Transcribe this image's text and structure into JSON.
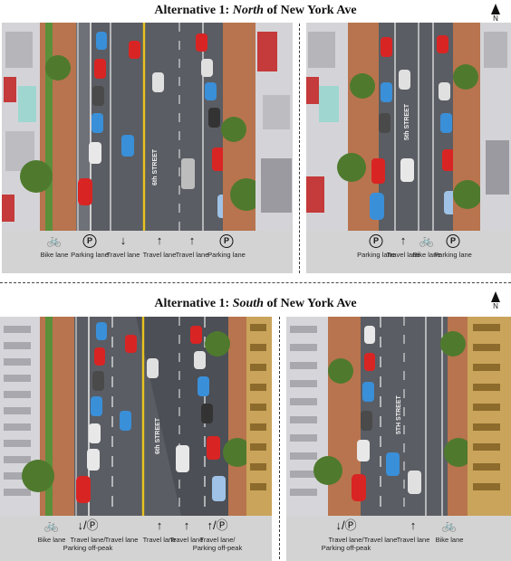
{
  "north": {
    "title_prefix": "Alternative 1: ",
    "title_emph": "North",
    "title_suffix": " of New York Ave",
    "compass": "N",
    "left_panel": {
      "street": "6th STREET",
      "lanes": [
        {
          "symbol": "bike",
          "label": "Bike lane"
        },
        {
          "symbol": "P",
          "label": "Parking lane"
        },
        {
          "symbol": "down",
          "label": "Travel lane"
        },
        {
          "symbol": "up",
          "label": "Travel lane"
        },
        {
          "symbol": "up",
          "label": "Travel lane"
        },
        {
          "symbol": "P",
          "label": "Parking lane"
        }
      ]
    },
    "right_panel": {
      "street": "5th STREET",
      "lanes": [
        {
          "symbol": "P",
          "label": "Parking lane"
        },
        {
          "symbol": "up",
          "label": "Travel lane"
        },
        {
          "symbol": "bike",
          "label": "Bike lane"
        },
        {
          "symbol": "P",
          "label": "Parking lane"
        }
      ]
    }
  },
  "south": {
    "title_prefix": "Alternative 1: ",
    "title_emph": "South",
    "title_suffix": " of New York Ave",
    "compass": "N",
    "left_panel": {
      "street": "6th STREET",
      "lanes": [
        {
          "symbol": "bike",
          "label": "Bike lane"
        },
        {
          "symbol": "down-P",
          "label": "Travel lane/ Parking off-peak"
        },
        {
          "symbol": "",
          "label": "Travel lane"
        },
        {
          "symbol": "up",
          "label": "Travel lane"
        },
        {
          "symbol": "up",
          "label": "Travel lane"
        },
        {
          "symbol": "up-P",
          "label": "Travel lane/ Parking off-peak"
        }
      ]
    },
    "right_panel": {
      "street": "5TH STREET",
      "lanes": [
        {
          "symbol": "down-P",
          "label": "Travel lane/ Parking off-peak"
        },
        {
          "symbol": "",
          "label": "Travel lane"
        },
        {
          "symbol": "up",
          "label": "Travel lane"
        },
        {
          "symbol": "bike",
          "label": "Bike lane"
        }
      ]
    }
  },
  "colors": {
    "road": "#5a5d63",
    "sidewalk": "#b8744e",
    "grass": "#5b8f3a",
    "building": "#d9d9dc",
    "accent_building": "#c53a3a",
    "lane_line": "#f0f0f0",
    "center_line": "#e8c21f",
    "legend_bg": "#d3d3d3"
  }
}
